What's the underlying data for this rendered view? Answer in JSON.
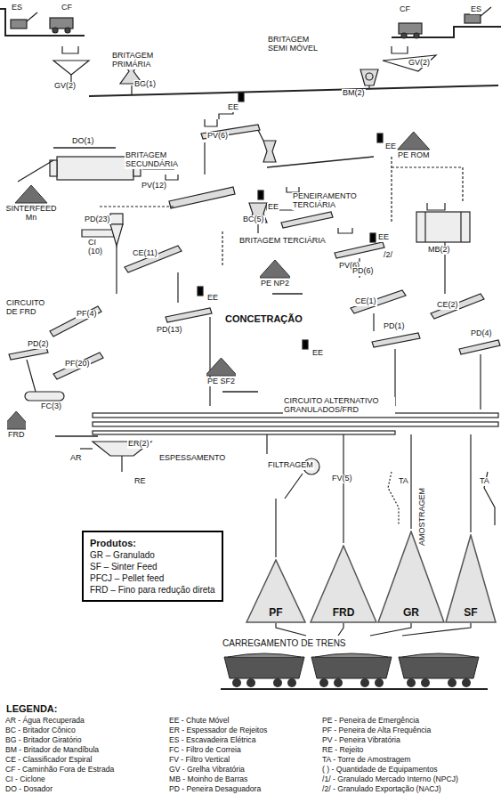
{
  "diagram": {
    "nodes": [
      {
        "text": [
          "PE ROM"
        ]
      },
      {
        "text": [
          "SINTERFEED Mn"
        ]
      },
      {
        "text": [
          "PE NP2"
        ]
      },
      {
        "text": [
          "PE SF2"
        ]
      },
      {
        "text": [
          "FRD"
        ]
      },
      {
        "text": [
          "Produtos:",
          "GR – Granulado",
          "SF – Sinter Feed",
          "PFCJ – Pellet feed",
          "FRD – Fino para redução direta"
        ]
      },
      {
        "text": [
          "PF"
        ]
      },
      {
        "text": [
          "FRD"
        ]
      },
      {
        "text": [
          "GR"
        ]
      },
      {
        "text": [
          "SF"
        ]
      },
      {
        "text": [
          "CARREGAMENTO DE TRENS"
        ]
      }
    ],
    "edges": [
      {
        "from": 6,
        "to": 10,
        "arrow": "none"
      },
      {
        "from": 7,
        "to": 10,
        "arrow": "none"
      },
      {
        "from": 8,
        "to": 10,
        "arrow": "none"
      },
      {
        "from": 9,
        "to": 10,
        "arrow": "none"
      }
    ],
    "labels": [
      "ES",
      "CF",
      "CF",
      "ES",
      "BRITAGEM SEMI MÓVEL",
      "BRITAGEM PRIMÁRIA",
      "GV(2)",
      "GV(2)",
      "BG(1)",
      "BM(2)",
      "EE",
      "PV(6)",
      "EE",
      "DO(1)",
      "BRITAGEM SECUNDÁRIA",
      "PV(12)",
      "EE",
      "PENEIRAMENTO TERCIÁRIA",
      "BC(5)",
      "BRITAGEM TERCIÁRIA",
      "PD(23)",
      "PV(6)",
      "EE",
      "/2/",
      "MB(2)",
      "CI (10)",
      "CE(11)",
      "PD(6)",
      "EE",
      "CE(1)",
      "CIRCUITO DE FRD",
      "CE(2)",
      "PF(4)",
      "CONCETRAÇÃO",
      "PD(13)",
      "PD(1)",
      "PD(4)",
      "PD(2)",
      "EE",
      "PF(20)",
      "CIRCUITO ALTERNATIVO GRANULADOS/FRD",
      "FC(3)",
      "ER(2)",
      "AR",
      "ESPESSAMENTO",
      "FILTRAGEM",
      "FV(5)",
      "TA",
      "TA",
      "RE",
      "AMOSTRAGEM",
      "LEGENDA:"
    ],
    "legend": [
      {
        "text": "AR - Água Recuperada"
      },
      {
        "text": "BC - Britador Cônico"
      },
      {
        "text": "BG - Britador Giratório"
      },
      {
        "text": "BM - Britador de Mandíbula"
      },
      {
        "text": "CE - Classificador Espiral"
      },
      {
        "text": "CF - Caminhão Fora de Estrada"
      },
      {
        "text": "CI - Ciclone"
      },
      {
        "text": "DO - Dosador"
      },
      {
        "text": "EE - Chute Móvel"
      },
      {
        "text": "ER - Espessador de Rejeitos"
      },
      {
        "text": "ES - Escavadeira Elétrica"
      },
      {
        "text": "FC - Filtro de Correia"
      },
      {
        "text": "FV - Filtro Vertical"
      },
      {
        "text": "GV - Grelha Vibratória"
      },
      {
        "text": "MB - Moinho de Barras"
      },
      {
        "text": "PD - Peneira Desaguadora"
      },
      {
        "text": "PE - Peneira de Emergência"
      },
      {
        "text": "PF - Peneira de Alta Frequência"
      },
      {
        "text": "PV - Peneira Vibratória"
      },
      {
        "text": "RE - Rejeito"
      },
      {
        "text": "TA - Torre de Amostragem"
      },
      {
        "text": "( ) - Quantidade de Equipamentos"
      },
      {
        "text": "/1/ - Granulado Mercado Interno (NPCJ)"
      },
      {
        "text": "/2/ - Granulado Exportação (NACJ)"
      }
    ]
  }
}
